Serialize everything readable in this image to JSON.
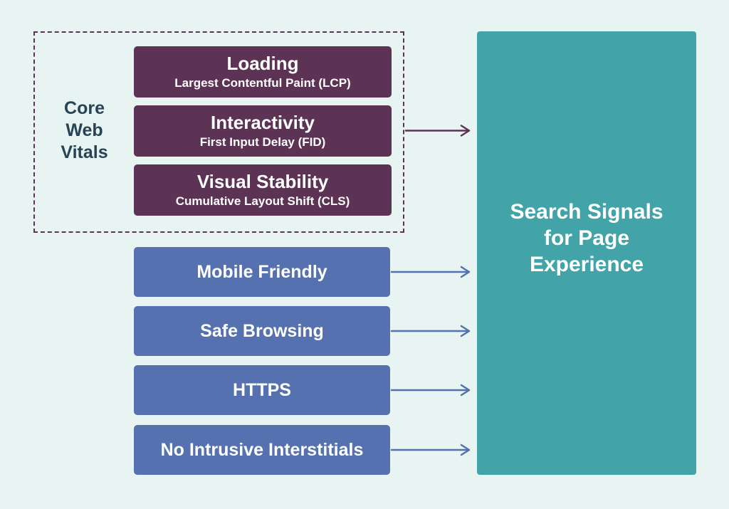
{
  "colors": {
    "background": "#e7f4f1",
    "plum": "#5c3355",
    "blue": "#5571af",
    "teal": "#42a4a9",
    "dark_text": "#274357",
    "white_text": "#ffffff"
  },
  "core_web_vitals": {
    "label": "Core\nWeb\nVitals",
    "items": [
      {
        "title": "Loading",
        "subtitle": "Largest Contentful Paint (LCP)"
      },
      {
        "title": "Interactivity",
        "subtitle": "First Input Delay (FID)"
      },
      {
        "title": "Visual Stability",
        "subtitle": "Cumulative Layout Shift (CLS)"
      }
    ]
  },
  "other_signals": [
    {
      "label": "Mobile Friendly"
    },
    {
      "label": "Safe Browsing"
    },
    {
      "label": "HTTPS"
    },
    {
      "label": "No Intrusive Interstitials"
    }
  ],
  "result": {
    "label": "Search Signals\nfor Page\nExperience"
  }
}
